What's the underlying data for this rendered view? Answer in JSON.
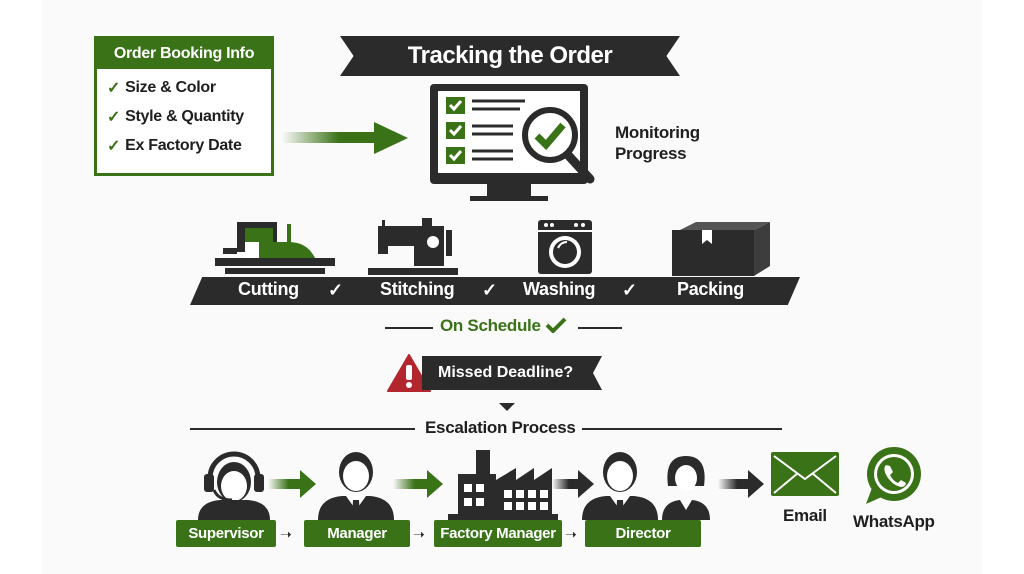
{
  "order_booking": {
    "title": "Order Booking Info",
    "items": [
      "Size & Color",
      "Style & Quantity",
      "Ex Factory Date"
    ],
    "check_glyph": "✓"
  },
  "header": {
    "title": "Tracking the Order"
  },
  "monitor": {
    "label_line1": "Monitoring",
    "label_line2": "Progress",
    "icon": "monitor-checklist-magnifier-icon"
  },
  "stages": [
    {
      "label": "Cutting",
      "icon": "cutting-machine-icon",
      "done": true
    },
    {
      "label": "Stitching",
      "icon": "sewing-machine-icon",
      "done": true
    },
    {
      "label": "Washing",
      "icon": "washing-machine-icon",
      "done": true
    },
    {
      "label": "Packing",
      "icon": "box-icon",
      "done": false
    }
  ],
  "stage_check": "✓",
  "status": {
    "on_schedule": "On Schedule",
    "missed": "Missed Deadline?"
  },
  "escalation": {
    "title": "Escalation Process",
    "roles": [
      "Supervisor",
      "Manager",
      "Factory Manager",
      "Director"
    ]
  },
  "channels": [
    {
      "label": "Email",
      "icon": "email-icon"
    },
    {
      "label": "WhatsApp",
      "icon": "whatsapp-icon"
    }
  ],
  "colors": {
    "green": "#3a7317",
    "dark": "#2b2b2b",
    "warning_red": "#b3262e"
  }
}
